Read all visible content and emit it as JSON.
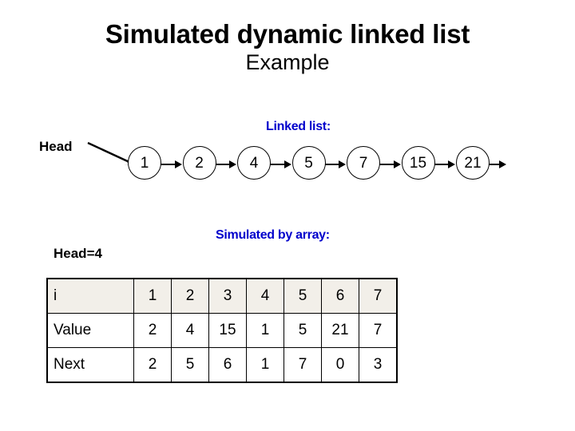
{
  "slide": {
    "title": "Simulated dynamic linked list",
    "subtitle": "Example",
    "accent_color": "#0000cc",
    "header_fill": "#f2efe9"
  },
  "linked_list": {
    "caption": "Linked list:",
    "head_label": "Head",
    "nodes": [
      "1",
      "2",
      "4",
      "5",
      "7",
      "15",
      "21"
    ],
    "terminal_arrow": true
  },
  "array_view": {
    "caption": "Simulated by array:",
    "head_pointer": "Head=4",
    "table": {
      "row_labels": [
        "i",
        "Value",
        "Next"
      ],
      "index_row": [
        "1",
        "2",
        "3",
        "4",
        "5",
        "6",
        "7"
      ],
      "value_row": [
        "2",
        "4",
        "15",
        "1",
        "5",
        "21",
        "7"
      ],
      "next_row": [
        "2",
        "5",
        "6",
        "1",
        "7",
        "0",
        "3"
      ]
    }
  }
}
